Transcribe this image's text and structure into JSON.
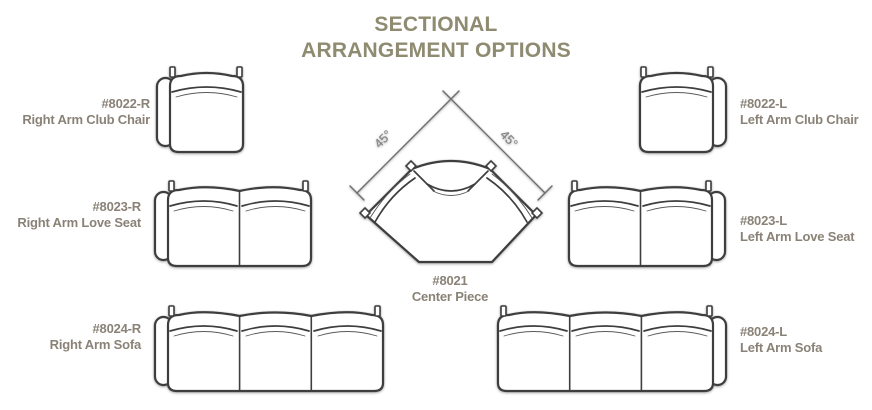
{
  "title": {
    "line1": "SECTIONAL",
    "line2": "ARRANGEMENT OPTIONS"
  },
  "colors": {
    "title_text": "#8E8B70",
    "label_text": "#8A8277",
    "furniture_line": "#3E3E3E",
    "dimension_line": "#6E6E6E",
    "background": "#FFFFFF"
  },
  "pieces": {
    "right_arm_club_chair": {
      "sku": "#8022-R",
      "name": "Right Arm Club Chair"
    },
    "left_arm_club_chair": {
      "sku": "#8022-L",
      "name": "Left Arm Club Chair"
    },
    "right_arm_love_seat": {
      "sku": "#8023-R",
      "name": "Right Arm Love Seat"
    },
    "left_arm_love_seat": {
      "sku": "#8023-L",
      "name": "Left Arm Love Seat"
    },
    "right_arm_sofa": {
      "sku": "#8024-R",
      "name": "Right Arm Sofa"
    },
    "left_arm_sofa": {
      "sku": "#8024-L",
      "name": "Left Arm Sofa"
    },
    "center_piece": {
      "sku": "#8021",
      "name": "Center Piece",
      "angle_left": "45°",
      "angle_right": "45°"
    }
  }
}
